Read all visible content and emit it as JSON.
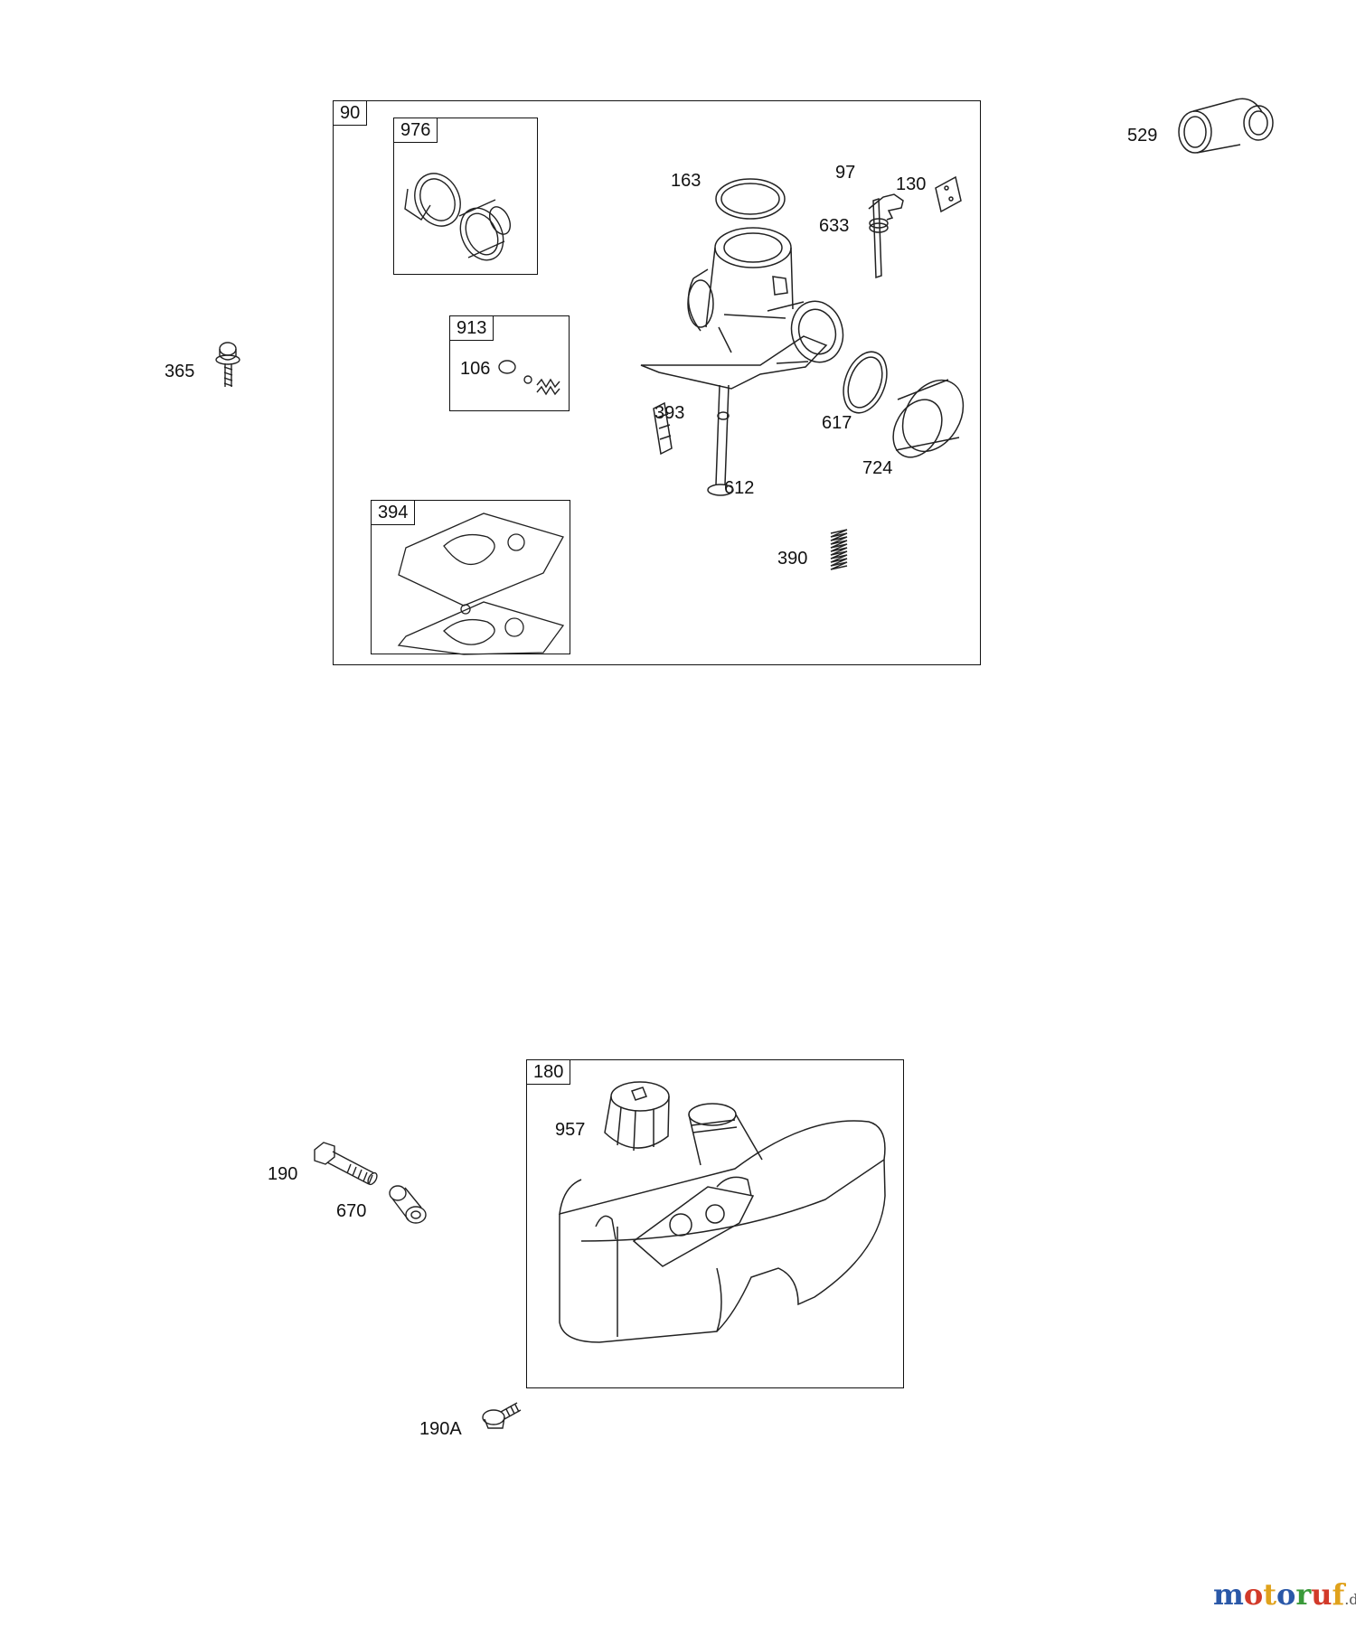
{
  "boxes": {
    "carburetor_kit": "90",
    "air_filter_kit": "976",
    "needle_kit": "913",
    "gasket_kit": "394",
    "fuel_tank": "180"
  },
  "labels": {
    "elbow": "529",
    "screw_365": "365",
    "o_ring_163": "163",
    "throttle_shaft": "97",
    "throttle_valve": "130",
    "seal_633": "633",
    "check_ball": "106",
    "pickup_screen": "393",
    "gasket_617": "617",
    "adapter_724": "724",
    "fuel_pipe": "612",
    "spring_390": "390",
    "fuel_cap": "957",
    "screw_190": "190",
    "spacer_670": "670",
    "screw_190a": "190A"
  },
  "watermark": {
    "c1": "m",
    "c2": "o",
    "c3": "t",
    "c4": "o",
    "c5": "r",
    "c6": "u",
    "c7": "f",
    "suffix": ".de",
    "colors": {
      "m": "#2a58a8",
      "o1": "#d23a2a",
      "t": "#e0a21c",
      "o2": "#2a58a8",
      "r": "#3a9a3a",
      "u": "#d23a2a",
      "f": "#e0a21c",
      "suffix": "#555555"
    }
  }
}
